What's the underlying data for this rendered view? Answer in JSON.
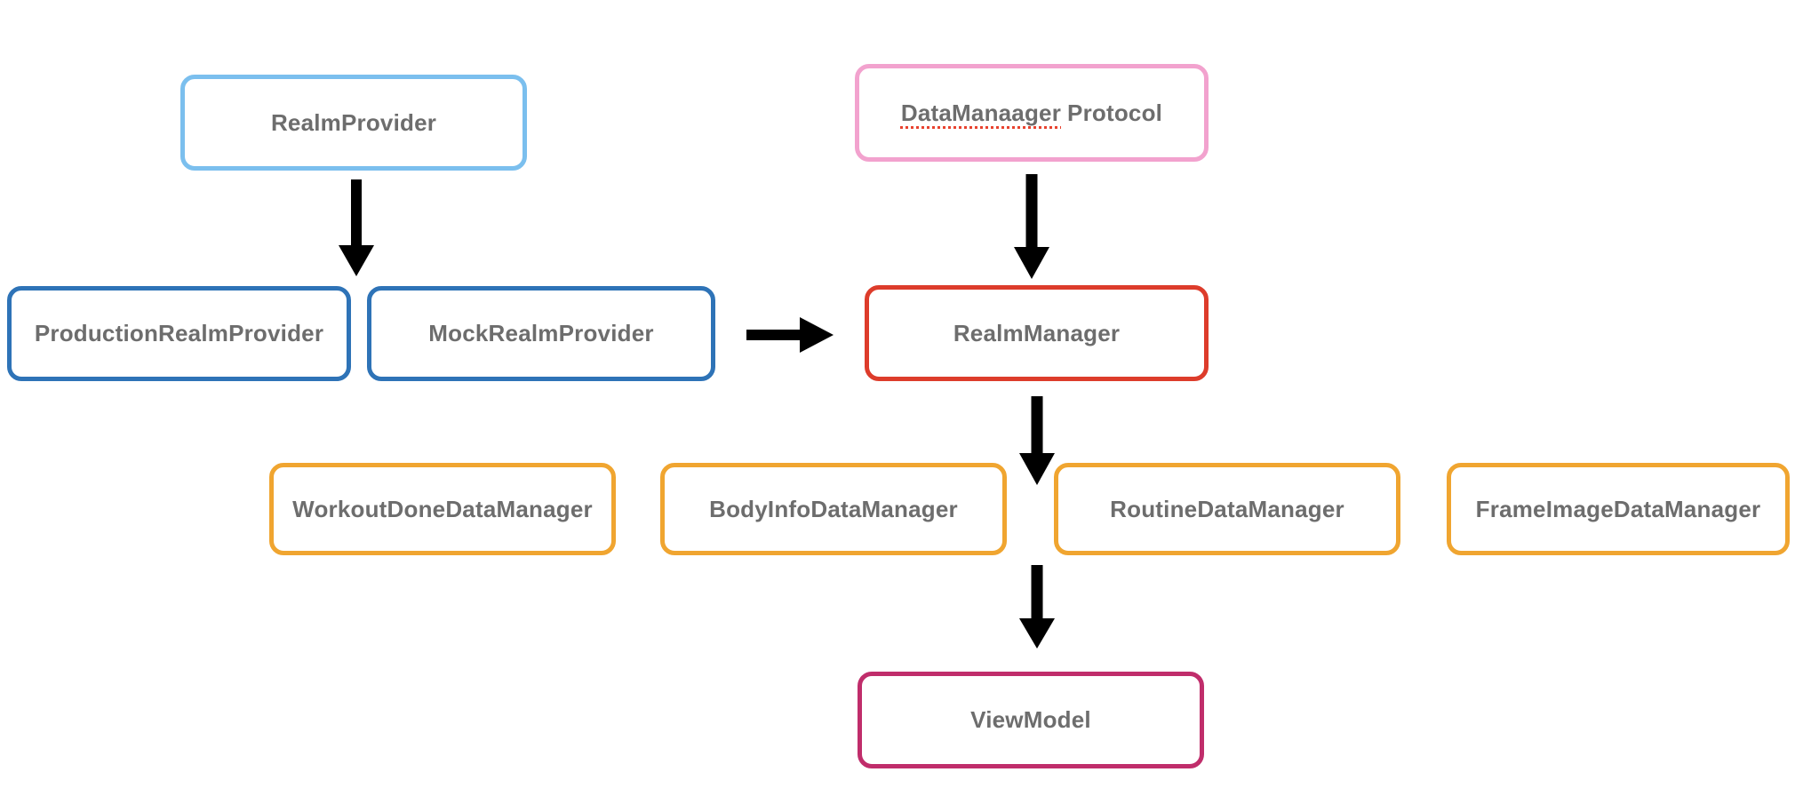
{
  "diagram": {
    "background_color": "#ffffff",
    "text_color": "#6d6d6d",
    "arrow_color": "#000000",
    "nodes": [
      {
        "id": "realm-provider",
        "label": "RealmProvider",
        "border_color": "#7bbfee"
      },
      {
        "id": "datamanager-protocol",
        "label_misspelled": "DataManaager",
        "label_rest": "Protocol",
        "border_color": "#f2a2ce",
        "spellcheck_underline_color": "#e8432f"
      },
      {
        "id": "production-realm-provider",
        "label": "ProductionRealmProvider",
        "border_color": "#2e73b7"
      },
      {
        "id": "mock-realm-provider",
        "label": "MockRealmProvider",
        "border_color": "#2e73b7"
      },
      {
        "id": "realm-manager",
        "label": "RealmManager",
        "border_color": "#dd3c2b"
      },
      {
        "id": "workout-done-data-manager",
        "label": "WorkoutDoneDataManager",
        "border_color": "#f0a530"
      },
      {
        "id": "body-info-data-manager",
        "label": "BodyInfoDataManager",
        "border_color": "#f0a530"
      },
      {
        "id": "routine-data-manager",
        "label": "RoutineDataManager",
        "border_color": "#f0a530"
      },
      {
        "id": "frame-image-data-manager",
        "label": "FrameImageDataManager",
        "border_color": "#f0a530"
      },
      {
        "id": "view-model",
        "label": "ViewModel",
        "border_color": "#c02d6b"
      }
    ],
    "edges": [
      {
        "from": "RealmProvider",
        "to": "ProductionRealmProvider / MockRealmProvider",
        "direction": "down"
      },
      {
        "from": "DataManaager Protocol",
        "to": "RealmManager",
        "direction": "down"
      },
      {
        "from": "MockRealmProvider",
        "to": "RealmManager",
        "direction": "right"
      },
      {
        "from": "RealmManager",
        "to": "DataManager row",
        "direction": "down"
      },
      {
        "from": "DataManager row",
        "to": "ViewModel",
        "direction": "down"
      }
    ]
  }
}
